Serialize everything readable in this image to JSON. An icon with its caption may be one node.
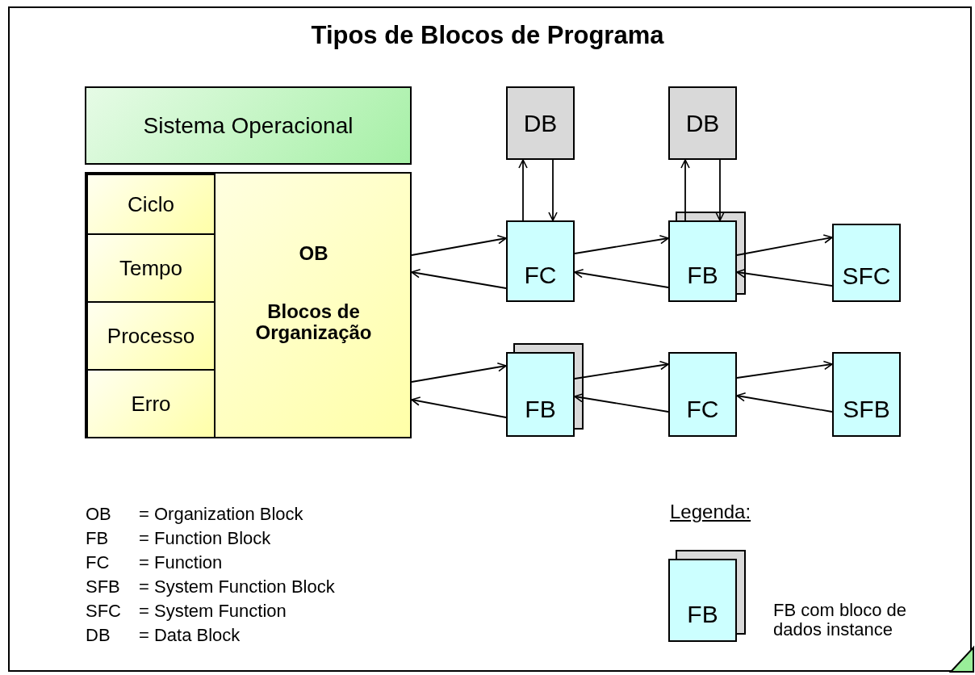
{
  "diagram": {
    "title": "Tipos de Blocos de Programa",
    "nodes": [
      {
        "text": [
          "Sistema Operacional"
        ]
      },
      {
        "text": [
          "OB",
          "Blocos de Organização"
        ]
      },
      {
        "text": [
          "Ciclo"
        ],
        "in": 1
      },
      {
        "text": [
          "Tempo"
        ],
        "in": 1
      },
      {
        "text": [
          "Processo"
        ],
        "in": 1
      },
      {
        "text": [
          "Erro"
        ],
        "in": 1
      },
      {
        "text": [
          "DB"
        ]
      },
      {
        "text": [
          "DB"
        ]
      },
      {
        "text": [
          "FC"
        ]
      },
      {
        "text": [
          "FB"
        ]
      },
      {
        "text": [
          "SFC"
        ]
      },
      {
        "text": [
          "FB"
        ]
      },
      {
        "text": [
          "FC"
        ]
      },
      {
        "text": [
          "SFB"
        ]
      },
      {
        "text": [
          "FB"
        ],
        "beside": [
          "FB com bloco de dados instance"
        ]
      }
    ],
    "edges": [
      {
        "from": 1,
        "to": 8,
        "arrow": "to"
      },
      {
        "from": 8,
        "to": 1,
        "arrow": "to"
      },
      {
        "from": 8,
        "to": 6,
        "arrow": "to"
      },
      {
        "from": 6,
        "to": 8,
        "arrow": "to"
      },
      {
        "from": 8,
        "to": 9,
        "arrow": "to"
      },
      {
        "from": 9,
        "to": 8,
        "arrow": "to"
      },
      {
        "from": 9,
        "to": 7,
        "arrow": "to"
      },
      {
        "from": 7,
        "to": 9,
        "arrow": "to"
      },
      {
        "from": 9,
        "to": 10,
        "arrow": "to"
      },
      {
        "from": 10,
        "to": 9,
        "arrow": "to"
      },
      {
        "from": 1,
        "to": 11,
        "arrow": "to"
      },
      {
        "from": 11,
        "to": 1,
        "arrow": "to"
      },
      {
        "from": 11,
        "to": 12,
        "arrow": "to"
      },
      {
        "from": 12,
        "to": 11,
        "arrow": "to"
      },
      {
        "from": 12,
        "to": 13,
        "arrow": "to"
      },
      {
        "from": 13,
        "to": 12,
        "arrow": "to"
      }
    ],
    "labels": [
      "OB",
      "= Organization Block",
      "FB",
      "= Function Block",
      "FC",
      "= Function",
      "SFB",
      "= System Function Block",
      "SFC",
      "= System Function",
      "DB",
      "= Data Block",
      "Legenda:"
    ]
  }
}
